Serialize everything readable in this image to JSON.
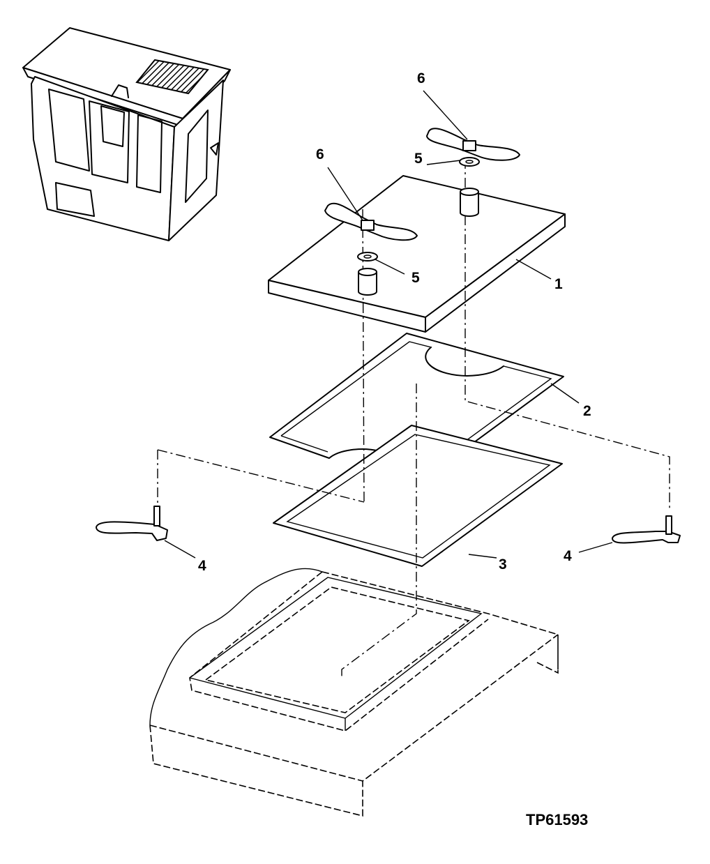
{
  "figure_id": "TP61593",
  "callouts": [
    {
      "id": "callout-1",
      "text": "1"
    },
    {
      "id": "callout-2",
      "text": "2"
    },
    {
      "id": "callout-3",
      "text": "3"
    },
    {
      "id": "callout-4-left",
      "text": "4"
    },
    {
      "id": "callout-4-right",
      "text": "4"
    },
    {
      "id": "callout-5-left",
      "text": "5"
    },
    {
      "id": "callout-5-right",
      "text": "5"
    },
    {
      "id": "callout-6-left",
      "text": "6"
    },
    {
      "id": "callout-6-right",
      "text": "6"
    }
  ]
}
